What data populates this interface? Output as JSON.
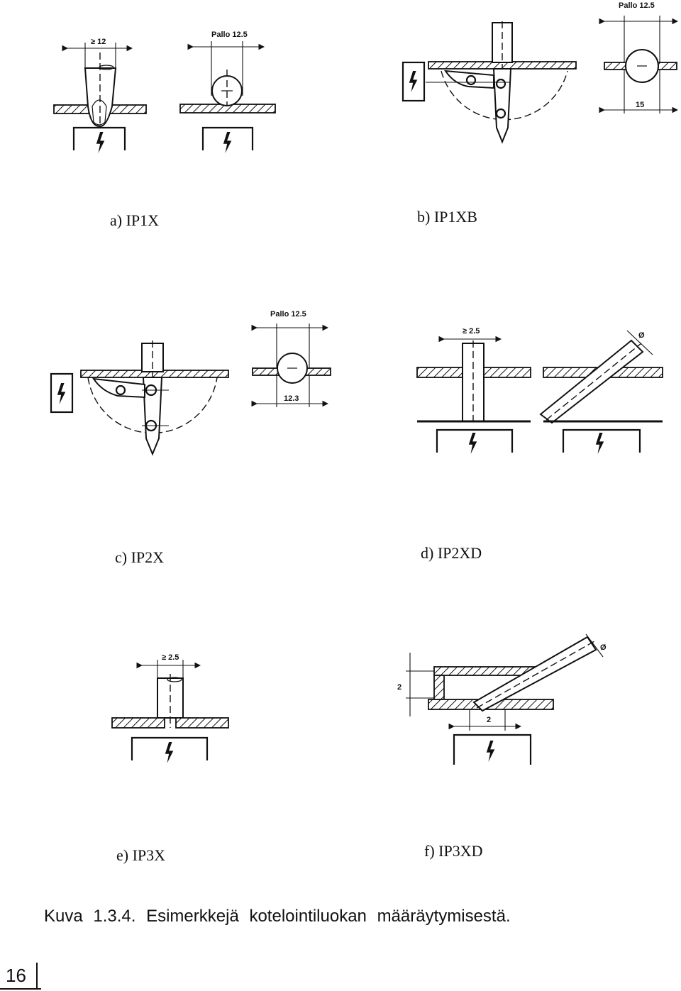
{
  "panels": [
    {
      "id": "a",
      "label": "a) IP1X",
      "dimensions": [
        "≥ 12",
        "Pallo 12.5"
      ]
    },
    {
      "id": "b",
      "label": "b) IP1XB",
      "dimensions": [
        "Pallo 12.5",
        "15"
      ]
    },
    {
      "id": "c",
      "label": "c) IP2X",
      "dimensions": [
        "Pallo 12.5",
        "12.3"
      ]
    },
    {
      "id": "d",
      "label": "d) IP2XD",
      "dimensions": [
        "≥ 2.5",
        "Ø"
      ]
    },
    {
      "id": "e",
      "label": "e) IP3X",
      "dimensions": [
        "≥ 2.5"
      ]
    },
    {
      "id": "f",
      "label": "f) IP3XD",
      "dimensions": [
        "2",
        "2",
        "Ø"
      ]
    }
  ],
  "caption": "Kuva  1.3.4.  Esimerkkejä  kotelointiluokan  määräytymisestä.",
  "page_number": "16"
}
